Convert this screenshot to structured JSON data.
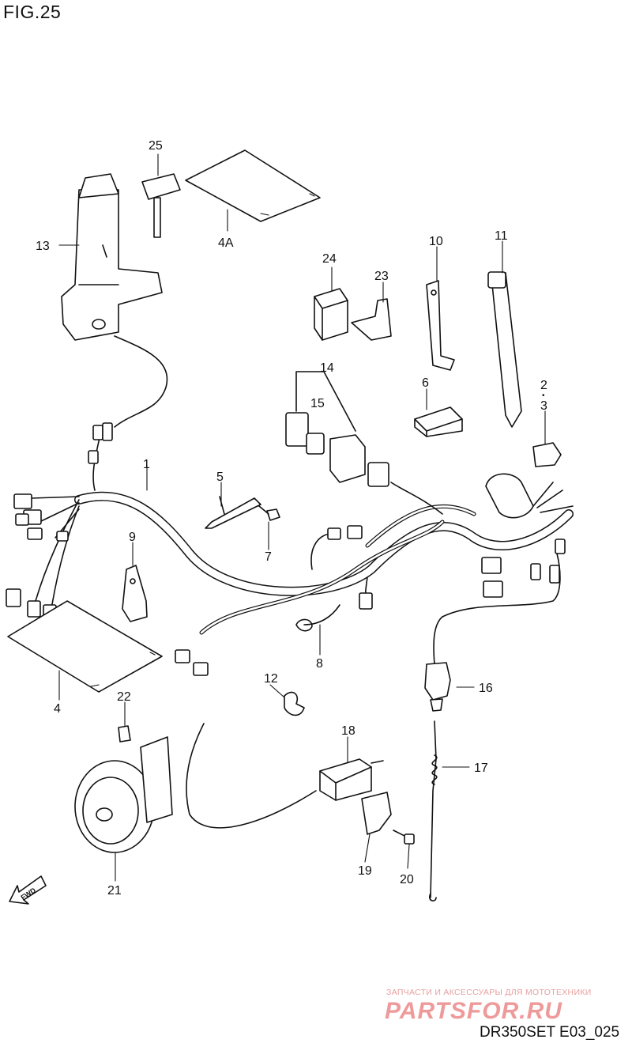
{
  "figure": {
    "title": "FIG.25",
    "drawing_code": "DR350SET E03_025"
  },
  "watermark": {
    "tagline": "ЗАПЧАСТИ И АКСЕССУАРЫ ДЛЯ МОТОТЕХНИКИ",
    "logo": "PARTSFOR.RU"
  },
  "direction_marker": "FWD",
  "callouts": {
    "c1": "1",
    "c2": "2",
    "c3": "3",
    "c4": "4",
    "c4a": "4A",
    "c5": "5",
    "c6": "6",
    "c7": "7",
    "c8": "8",
    "c9": "9",
    "c10": "10",
    "c11": "11",
    "c12": "12",
    "c13": "13",
    "c14": "14",
    "c15": "15",
    "c16": "16",
    "c17": "17",
    "c18": "18",
    "c19": "19",
    "c20": "20",
    "c21": "21",
    "c22": "22",
    "c23": "23",
    "c24": "24",
    "c25": "25"
  },
  "callout_separator": "•"
}
